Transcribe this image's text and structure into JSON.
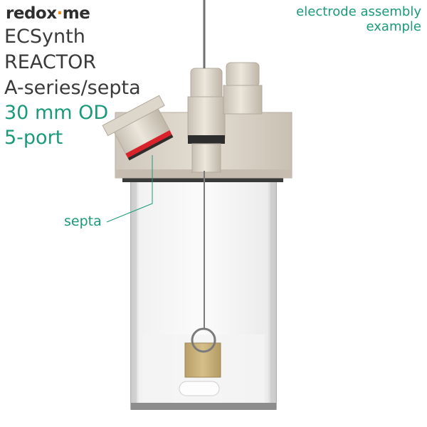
{
  "brand": {
    "name_prefix": "redox",
    "name_dot": "·",
    "name_suffix": "me"
  },
  "title": {
    "line1": "ECSynth",
    "line2": "REACTOR",
    "line3": "A-series/septa",
    "line4": "30 mm OD",
    "line5": "5-port"
  },
  "note": {
    "line1": "electrode assembly",
    "line2": "example"
  },
  "labels": {
    "septa": "septa"
  },
  "colors": {
    "accent": "#1a9a7a",
    "brand_dot": "#f08a1c",
    "cap": "#d8d0c4",
    "septa_red": "#d8232a",
    "electrode_plate": "#c9b07a"
  }
}
